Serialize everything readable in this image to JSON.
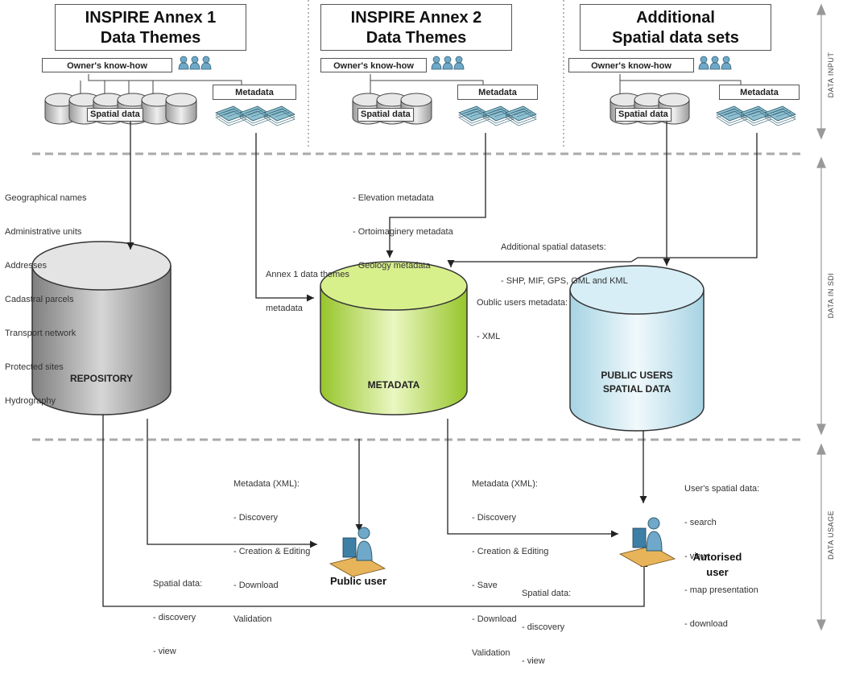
{
  "columns": [
    {
      "title_line1": "INSPIRE  Annex 1",
      "title_line2": "Data Themes",
      "knowhow": "Owner's know-how",
      "spatial": "Spatial data",
      "metadata": "Metadata"
    },
    {
      "title_line1": "INSPIRE  Annex 2",
      "title_line2": "Data Themes",
      "knowhow": "Owner's know-how",
      "spatial": "Spatial data",
      "metadata": "Metadata"
    },
    {
      "title_line1": "Additional",
      "title_line2": "Spatial data sets",
      "knowhow": "Owner's know-how",
      "spatial": "Spatial data",
      "metadata": "Metadata"
    }
  ],
  "side_labels": {
    "input": "DATA INPUT",
    "sdi": "DATA IN SDI",
    "usage": "DATA USAGE"
  },
  "annex1_themes": [
    "Geographical names",
    "Administrative units",
    "Addresses",
    "Cadastral parcels",
    "Transport network",
    "Protected sites",
    "Hydrography"
  ],
  "annex2_metadata": [
    "- Elevation metadata",
    "- Ortoimaginery metadata",
    "- Geology metadata"
  ],
  "additional_datasets": [
    "Additional spatial datasets:",
    "- SHP, MIF, GPS, GML and KML"
  ],
  "annex1_metadata_note": [
    "Annex 1 data themes",
    "metadata"
  ],
  "public_users_metadata": [
    "Oublic users metadata:",
    "- XML"
  ],
  "databases": {
    "repository": "REPOSITORY",
    "metadata": "METADATA",
    "public_line1": "PUBLIC USERS",
    "public_line2": "SPATIAL DATA"
  },
  "usage_notes": {
    "public_metadata": [
      "Metadata (XML):",
      "- Discovery",
      "- Creation & Editing",
      "- Download",
      "Validation"
    ],
    "auth_metadata": [
      "Metadata (XML):",
      "- Discovery",
      "- Creation & Editing",
      "- Save",
      "- Download",
      "Validation"
    ],
    "users_spatial": [
      "User's spatial data:",
      "- search",
      "- view",
      "- map presentation",
      "- download"
    ],
    "public_spatial": [
      "Spatial data:",
      "- discovery",
      "- view"
    ],
    "auth_spatial": [
      "Spatial data:",
      "- discovery",
      "- view"
    ]
  },
  "users": {
    "public": "Public user",
    "autorised_line1": "Autorised",
    "autorised_line2": "user"
  },
  "colors": {
    "repository": "#9e9e9e",
    "metadata": "#b5dd45",
    "public_db": "#bfe3ef",
    "metadata_sheet": "#7fb3c4",
    "person": "#6fa8c9"
  }
}
